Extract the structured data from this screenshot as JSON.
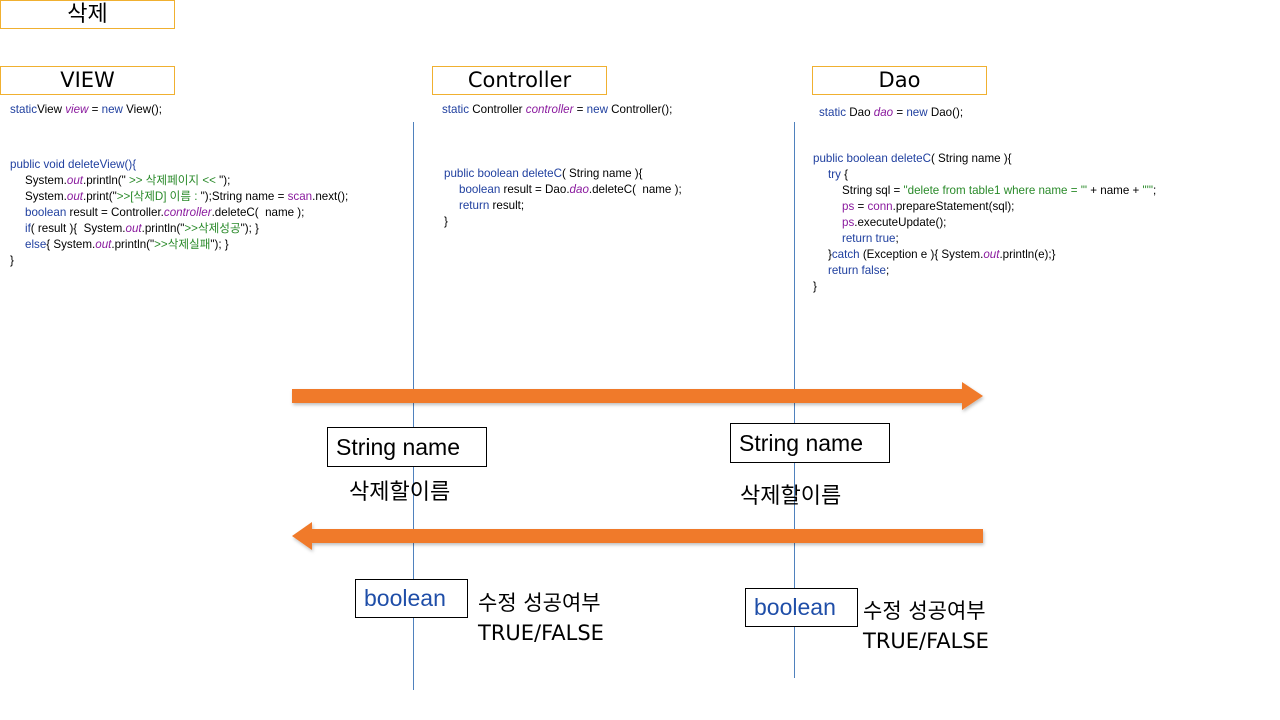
{
  "title": "삭제",
  "columns": {
    "view": {
      "header": "VIEW",
      "decl": [
        "static",
        "View ",
        "view",
        " = ",
        "new",
        " View();"
      ],
      "lines": [
        [
          "public void ",
          "deleteView(){"
        ],
        [
          "System.",
          "out",
          ".println(\"",
          " >> 삭제페이지 << ",
          "\");"
        ],
        [
          "System.",
          "out",
          ".print(\"",
          ">>[삭제D] 이름 : ",
          "\");String name = ",
          "scan",
          ".next();"
        ],
        [
          "boolean",
          " result = Controller.",
          "controller",
          ".deleteC(  name );"
        ],
        [
          "if",
          "( result ){  System.",
          "out",
          ".println(\"",
          ">>삭제성공",
          "\"); }"
        ],
        [
          "else",
          "{ System.",
          "out",
          ".println(\"",
          ">>삭제실패",
          "\"); }"
        ],
        [
          "}"
        ]
      ]
    },
    "controller": {
      "header": "Controller",
      "decl": [
        "static",
        " Controller ",
        "controller",
        " = ",
        "new",
        " Controller();"
      ],
      "lines": [
        [
          "public boolean ",
          "deleteC",
          "( String name ){"
        ],
        [
          "boolean",
          " result = Dao.",
          "dao",
          ".deleteC(  name );"
        ],
        [
          "return",
          " result;"
        ],
        [
          "}"
        ]
      ]
    },
    "dao": {
      "header": "Dao",
      "decl": [
        "static",
        " Dao ",
        "dao",
        " = ",
        "new",
        " Dao();"
      ],
      "lines": [
        [
          "public boolean ",
          "deleteC",
          "( String name ){"
        ],
        [
          "try",
          " {"
        ],
        [
          "String sql = ",
          "\"delete from table1 where name = '\"",
          " + name + ",
          "\"'\"",
          ";"
        ],
        [
          "ps",
          " = ",
          "conn",
          ".prepareStatement(sql);"
        ],
        [
          "ps",
          ".executeUpdate();"
        ],
        [
          "return true",
          ";"
        ],
        [
          "}",
          "catch",
          " (Exception e ){ System.",
          "out",
          ".println(e);}"
        ],
        [
          "return false",
          ";"
        ],
        [
          "}"
        ]
      ]
    }
  },
  "flow": {
    "forward": {
      "label1": "String name",
      "caption1": "삭제할이름",
      "label2": "String name",
      "caption2": "삭제할이름"
    },
    "backward": {
      "label1": "boolean",
      "caption1_line1": "수정 성공여부",
      "caption1_line2": "TRUE/FALSE",
      "label2": "boolean",
      "caption2_line1": "수정 성공여부",
      "caption2_line2": "TRUE/FALSE"
    }
  },
  "colors": {
    "header_border": "#f0b030",
    "arrow": "#f07a2a",
    "lifeline": "#4f81bd",
    "keyword": "#1f3f9f",
    "italic_field": "#8a1a9e",
    "string_literal": "#2a8a2a"
  }
}
